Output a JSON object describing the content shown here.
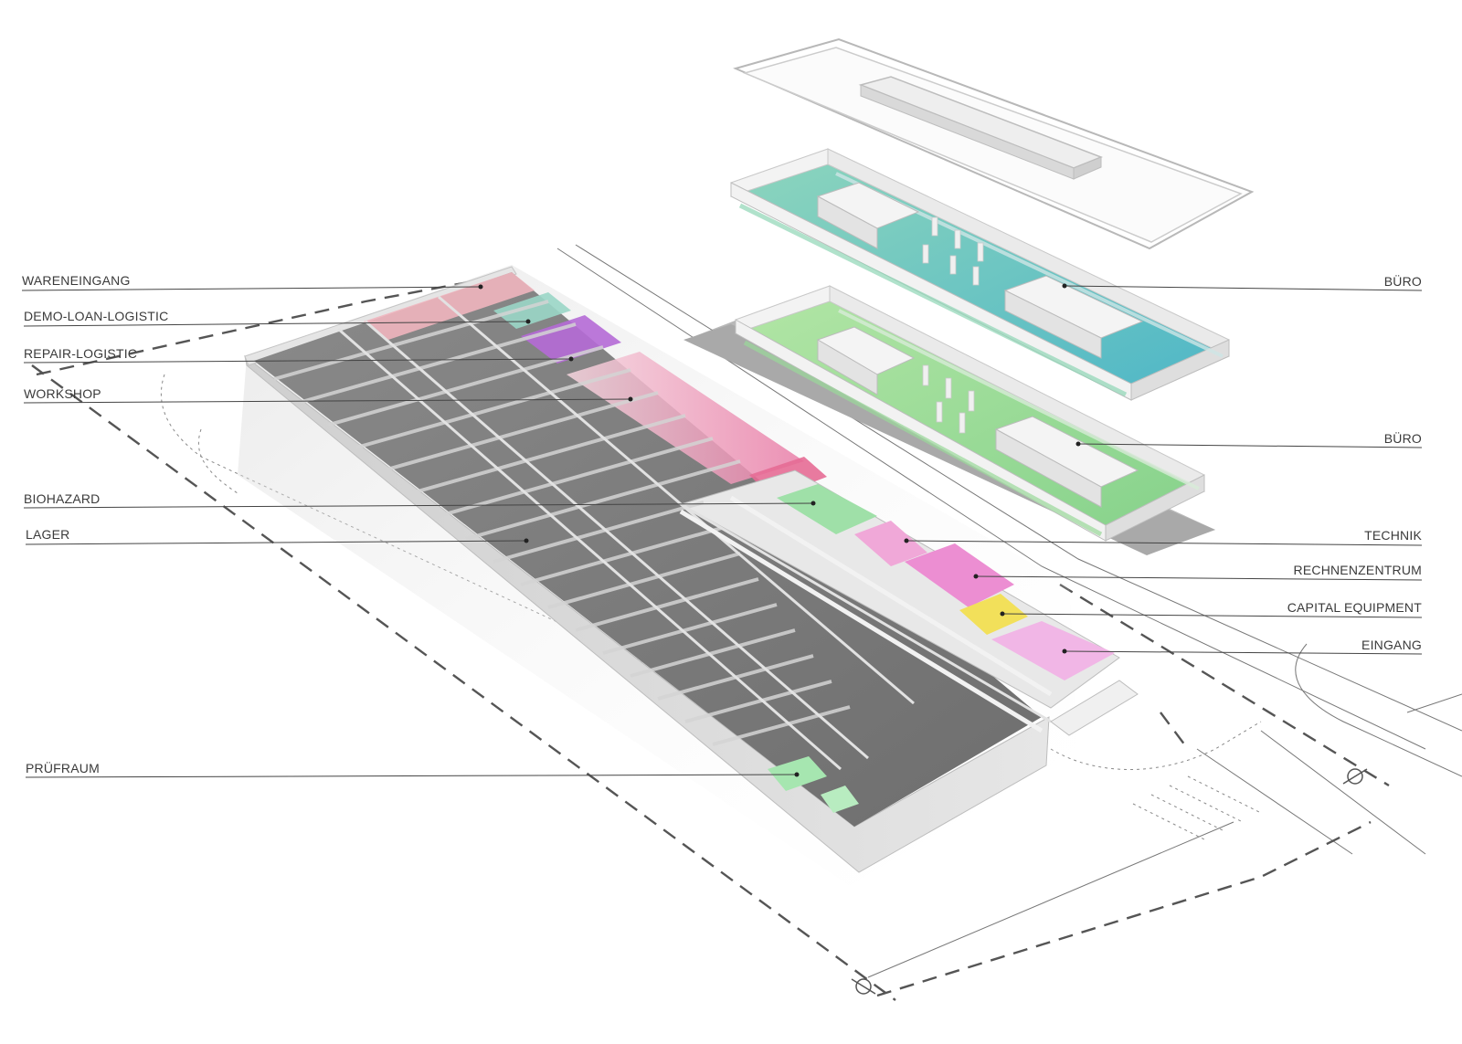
{
  "labels": {
    "wareneingang": "WARENEINGANG",
    "demo_loan": "DEMO-LOAN-LOGISTIC",
    "repair": "REPAIR-LOGISTIC",
    "workshop": "WORKSHOP",
    "biohazard": "BIOHAZARD",
    "lager": "LAGER",
    "pruefraum": "PRÜFRAUM",
    "buero_upper": "BÜRO",
    "buero_lower": "BÜRO",
    "technik": "TECHNIK",
    "rechnenzentrum": "RECHNENZENTRUM",
    "capital_equipment": "CAPITAL EQUIPMENT",
    "eingang": "EINGANG"
  },
  "colors": {
    "wareneingang": "#e9a9b3",
    "demo_loan": "#8fd3c4",
    "repair": "#b56ad6",
    "workshop": "#f0a6c6",
    "biohazard": "#e98aa8",
    "pruefraum": "#9fe0a8",
    "buero_upper": "#6cc6c2",
    "buero_lower": "#9ad99a",
    "technik": "#8fdc8f",
    "rechnenzentrum": "#ec8ed2",
    "capital_equipment": "#f2e05a",
    "eingang": "#f1b6e6",
    "warehouse_floor": "#7b7b7b",
    "walls": "#dcdcdc"
  }
}
